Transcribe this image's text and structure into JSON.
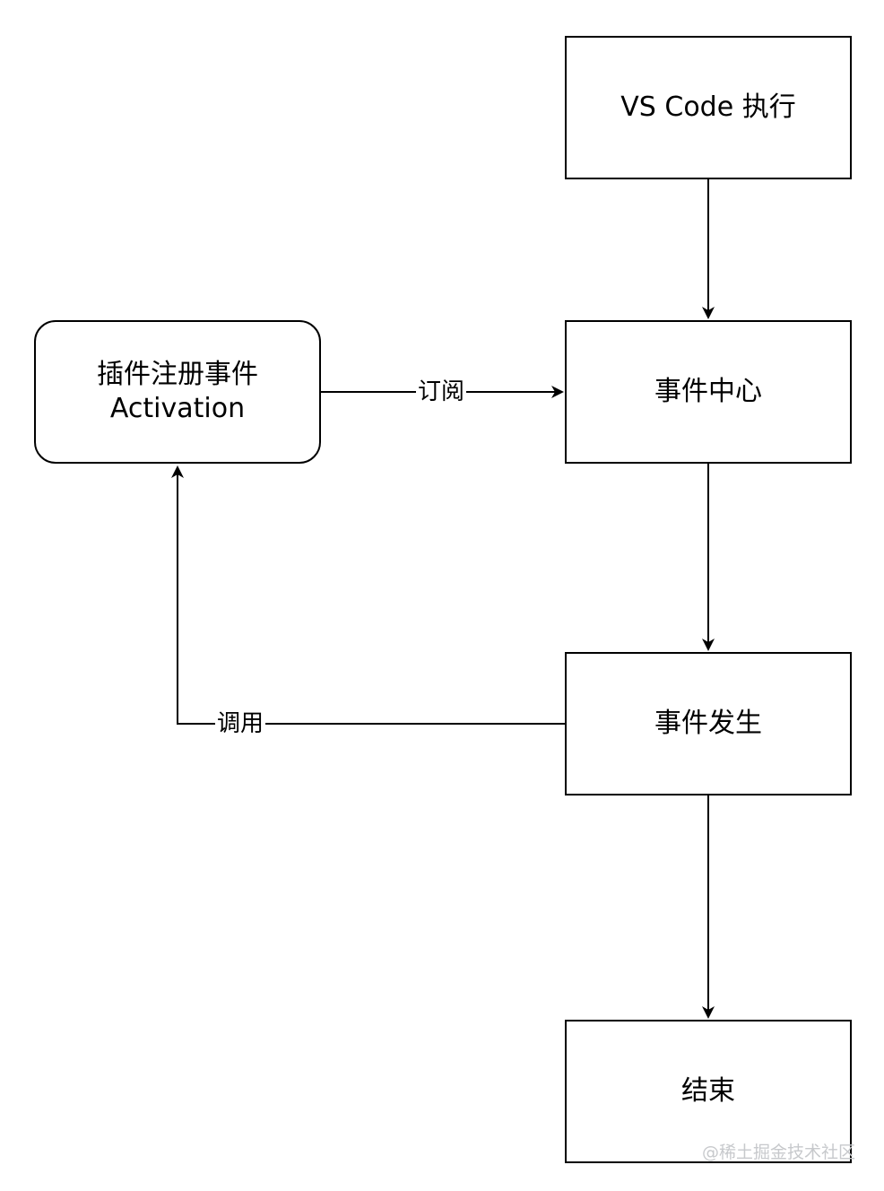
{
  "diagram": {
    "nodes": {
      "vscode": {
        "label": "VS Code 执行"
      },
      "plugin": {
        "line1": "插件注册事件",
        "line2": "Activation"
      },
      "event_center": {
        "label": "事件中心"
      },
      "event_occur": {
        "label": "事件发生"
      },
      "end": {
        "label": "结束"
      }
    },
    "edges": {
      "subscribe": {
        "label": "订阅"
      },
      "invoke": {
        "label": "调用"
      }
    }
  },
  "watermark": "@稀土掘金技术社区",
  "colors": {
    "stroke": "#000000",
    "background": "#ffffff",
    "watermark": "#c7c9cc"
  }
}
